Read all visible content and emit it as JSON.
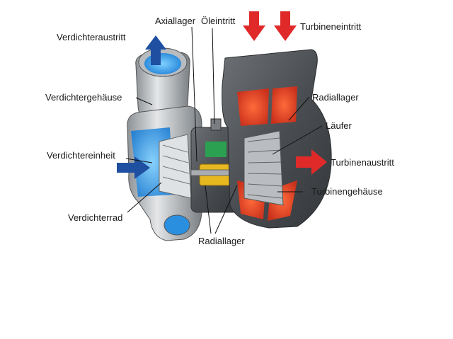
{
  "labels": {
    "verdichteraustritt": "Verdichteraustritt",
    "axiallager": "Axiallager",
    "oeleintritt": "Öleintritt",
    "turbineneintritt": "Turbineneintritt",
    "verdichtergehaeuse": "Verdichtergehäuse",
    "radiallager_top": "Radiallager",
    "laeufer": "Läufer",
    "verdichtereinheit": "Verdichtereinheit",
    "turbinenaustritt": "Turbinenaustritt",
    "turbinengehaeuse": "Turbinengehäuse",
    "verdichterrad": "Verdichterrad",
    "radiallager_bottom": "Radiallager"
  },
  "colors": {
    "compressor_flow": "#1f4fa0",
    "turbine_flow": "#e02a2a",
    "compressor_cavity": "#2b8fe0",
    "turbine_cavity": "#e0452a",
    "metal_light": "#c9cdd0",
    "metal_dark": "#5e6266",
    "oil_channel": "#2aa050",
    "bearing": "#e8b821"
  },
  "icons": [
    "arrow-up-blue",
    "arrow-right-blue",
    "arrow-down-red",
    "arrow-right-red"
  ]
}
